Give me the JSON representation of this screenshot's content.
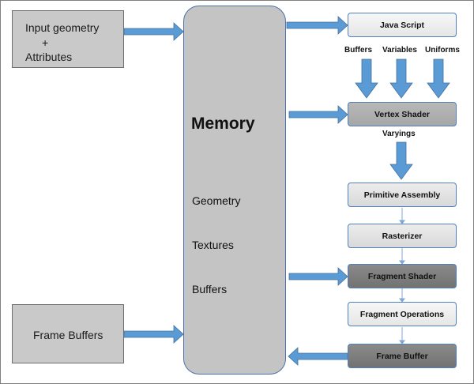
{
  "input_box": {
    "line1": "Input geometry",
    "line2": "+",
    "line3": "Attributes"
  },
  "framebuffers_box": {
    "label": "Frame Buffers"
  },
  "memory": {
    "title": "Memory",
    "items": [
      "Geometry",
      "Textures",
      "Buffers"
    ]
  },
  "stages": {
    "javascript": "Java Script",
    "vertex_shader": "Vertex Shader",
    "primitive_assembly": "Primitive Assembly",
    "rasterizer": "Rasterizer",
    "fragment_shader": "Fragment Shader",
    "fragment_operations": "Fragment Operations",
    "frame_buffer": "Frame Buffer"
  },
  "labels": {
    "buffers": "Buffers",
    "variables": "Variables",
    "uniforms": "Uniforms",
    "varyings": "Varyings"
  },
  "colors": {
    "arrow_fill": "#5b9bd5",
    "arrow_stroke": "#41719c",
    "box_fill": "#c9c9c9",
    "stage_border": "#4f81bd"
  }
}
